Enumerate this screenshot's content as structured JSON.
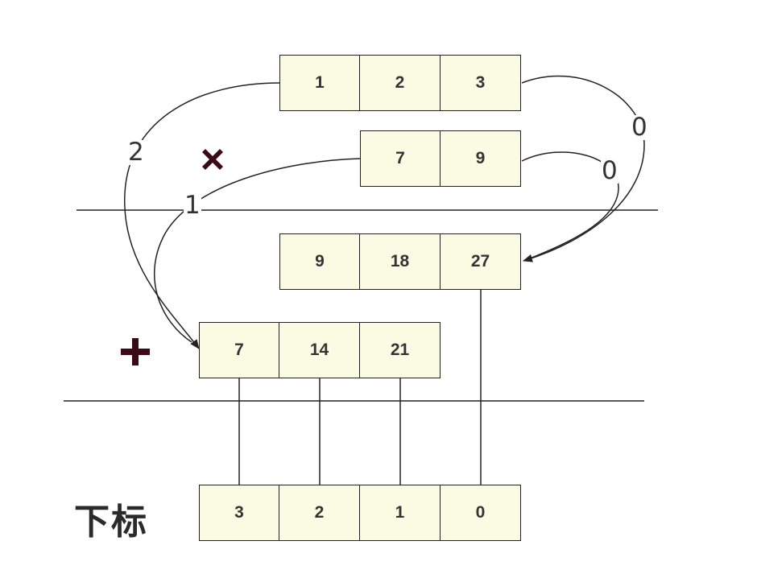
{
  "multiplicand": [
    "1",
    "2",
    "3"
  ],
  "multiplier": [
    "7",
    "9"
  ],
  "partial_product_9": [
    "9",
    "18",
    "27"
  ],
  "partial_product_7": [
    "7",
    "14",
    "21"
  ],
  "index": {
    "title": "下标",
    "values": [
      "3",
      "2",
      "1",
      "0"
    ]
  },
  "shift_labels": {
    "multiplicand_left": "2",
    "multiplier_left": "1",
    "multiplicand_right": "0",
    "multiplier_right": "0"
  },
  "operators": {
    "times": "times-icon",
    "plus": "plus-icon"
  },
  "colors": {
    "cell_fill": "#fbfbe3",
    "operator": "#3a0a18",
    "line": "#222222"
  }
}
